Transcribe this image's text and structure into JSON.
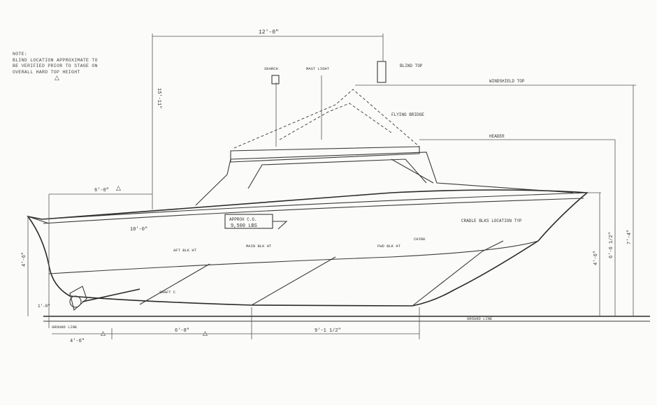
{
  "note": {
    "heading": "NOTE:",
    "lines": [
      "BLIND LOCATION APPROXIMATE TO",
      "BE VERIFIED PRIOR TO STAGE ON",
      "OVERALL HARD TOP HEIGHT"
    ]
  },
  "dimensions": {
    "top_overall": "12'-0\"",
    "forward_overhang": "6'-0\"",
    "cabin": "10'-0\"",
    "keel_aft": "4'-6\"",
    "keel_mid": "6'-8\"",
    "keel_fwd": "9'-1 1/2\"",
    "height_hull": "4'-6\"",
    "height_mid": "6'-6 1/2\"",
    "height_full": "7'-4\"",
    "height_overall": "15'-11\"",
    "prop_drop": "1'-8\""
  },
  "labels": {
    "blind_top": "BLIND TOP",
    "windshield_top": "WINDSHIELD TOP",
    "header": "HEADER",
    "flying_bridge": "FLYING BRIDGE",
    "searchlight": "SEARCH",
    "mast_light": "MAST LIGHT",
    "cradle_blocks": "CRADLE BLKS LOCATION TYP",
    "aft_blk": "AFT BLK HT",
    "main_blk": "MAIN BLK HT",
    "fwd_blk": "FWD BLK HT",
    "chine": "CHINE",
    "shaft": "SHAFT C",
    "ground_left": "GROUND LINE",
    "ground_right": "GROUND LINE",
    "approx_cg": "APPROX C.G.",
    "approx_cg_value": "9,500 LBS"
  },
  "colors": {
    "ink": "#3a3a3a",
    "paper": "#fbfbf9"
  }
}
